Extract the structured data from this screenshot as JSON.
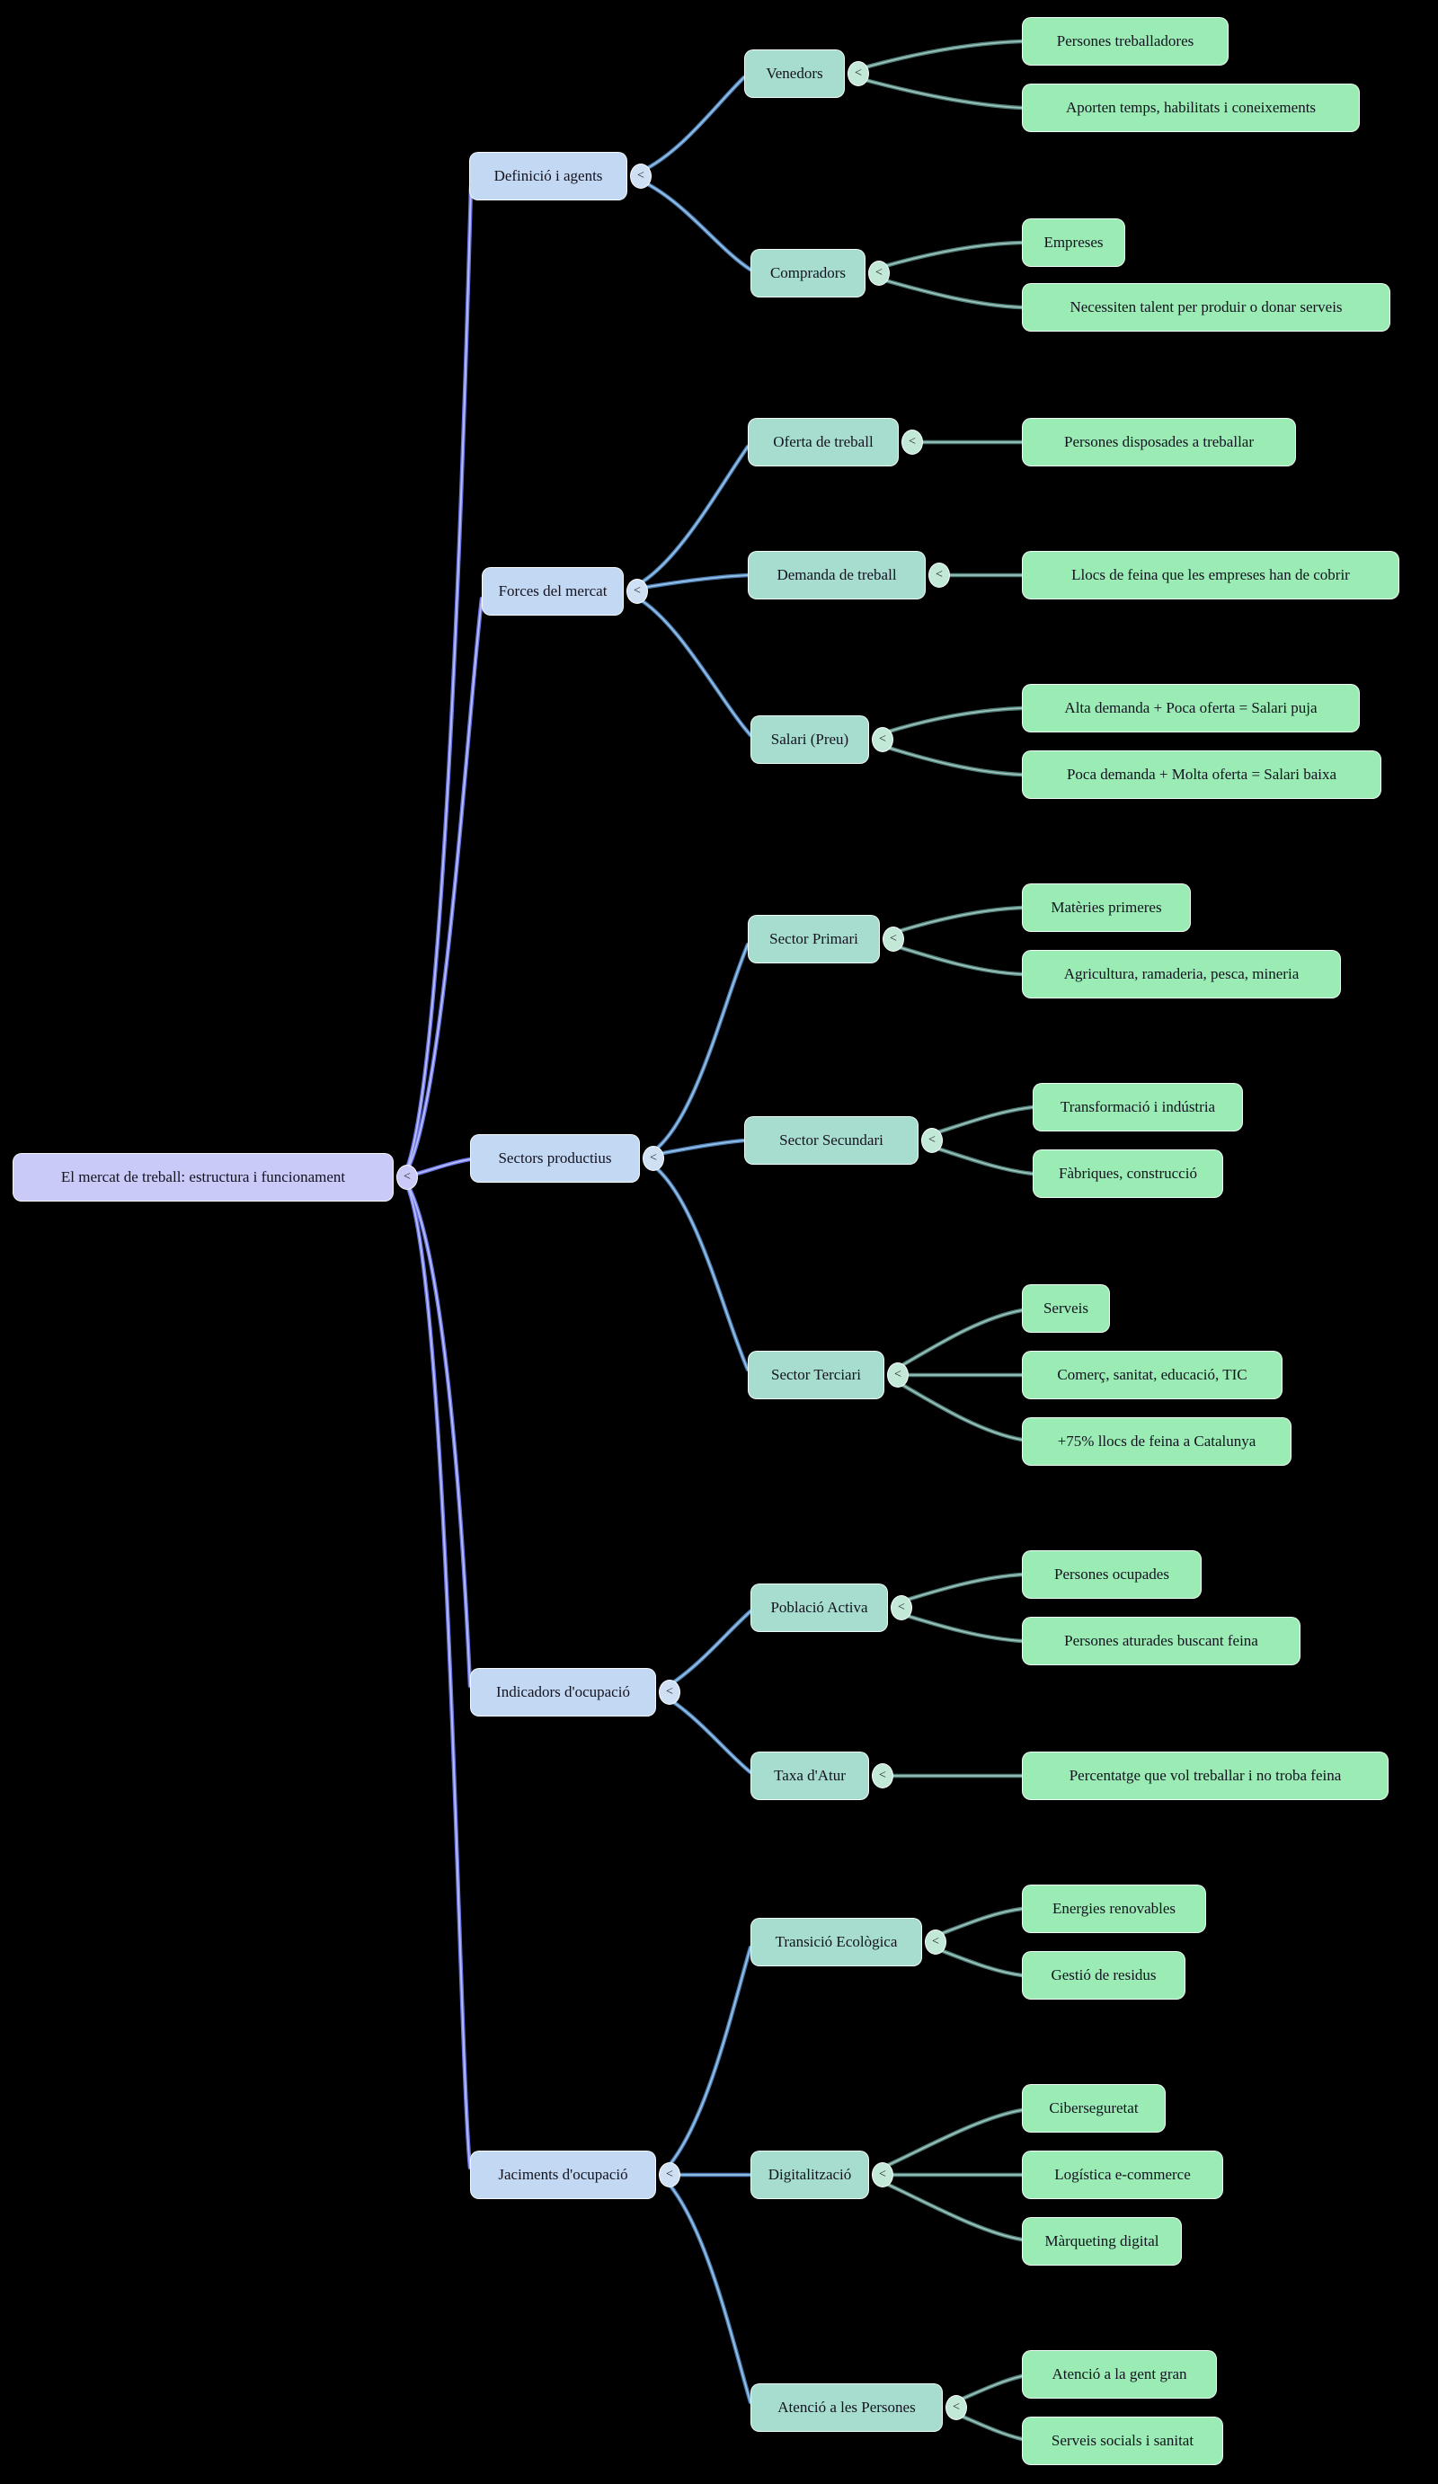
{
  "collapse_glyph": "<",
  "palette": {
    "background": "#000000",
    "root_fill": "#c9caf8",
    "level1_fill": "#c3d8f2",
    "level2_fill": "#a7ddcf",
    "leaf_fill": "#9aebb4",
    "edge_root": "#6a74e4",
    "edge_level1": "#4c7cb0",
    "edge_level2": "#4f7e78"
  },
  "tree": {
    "root": {
      "label": "El mercat de treball: estructura i funcionament"
    },
    "branches": [
      {
        "label": "Definició i agents",
        "children": [
          {
            "label": "Venedors",
            "leaves": [
              "Persones treballadores",
              "Aporten temps, habilitats i coneixements"
            ]
          },
          {
            "label": "Compradors",
            "leaves": [
              "Empreses",
              "Necessiten talent per produir o donar serveis"
            ]
          }
        ]
      },
      {
        "label": "Forces del mercat",
        "children": [
          {
            "label": "Oferta de treball",
            "leaves": [
              "Persones disposades a treballar"
            ]
          },
          {
            "label": "Demanda de treball",
            "leaves": [
              "Llocs de feina que les empreses han de cobrir"
            ]
          },
          {
            "label": "Salari (Preu)",
            "leaves": [
              "Alta demanda + Poca oferta = Salari puja",
              "Poca demanda + Molta oferta = Salari baixa"
            ]
          }
        ]
      },
      {
        "label": "Sectors productius",
        "children": [
          {
            "label": "Sector Primari",
            "leaves": [
              "Matèries primeres",
              "Agricultura, ramaderia, pesca, mineria"
            ]
          },
          {
            "label": "Sector Secundari",
            "leaves": [
              "Transformació i indústria",
              "Fàbriques, construcció"
            ]
          },
          {
            "label": "Sector Terciari",
            "leaves": [
              "Serveis",
              "Comerç, sanitat, educació, TIC",
              "+75% llocs de feina a Catalunya"
            ]
          }
        ]
      },
      {
        "label": "Indicadors d'ocupació",
        "children": [
          {
            "label": "Població Activa",
            "leaves": [
              "Persones ocupades",
              "Persones aturades buscant feina"
            ]
          },
          {
            "label": "Taxa d'Atur",
            "leaves": [
              "Percentatge que vol treballar i no troba feina"
            ]
          }
        ]
      },
      {
        "label": "Jaciments d'ocupació",
        "children": [
          {
            "label": "Transició Ecològica",
            "leaves": [
              "Energies renovables",
              "Gestió de residus"
            ]
          },
          {
            "label": "Digitalització",
            "leaves": [
              "Ciberseguretat",
              "Logística e-commerce",
              "Màrqueting digital"
            ]
          },
          {
            "label": "Atenció a les Persones",
            "leaves": [
              "Atenció a la gent gran",
              "Serveis socials i sanitat"
            ]
          }
        ]
      }
    ]
  }
}
